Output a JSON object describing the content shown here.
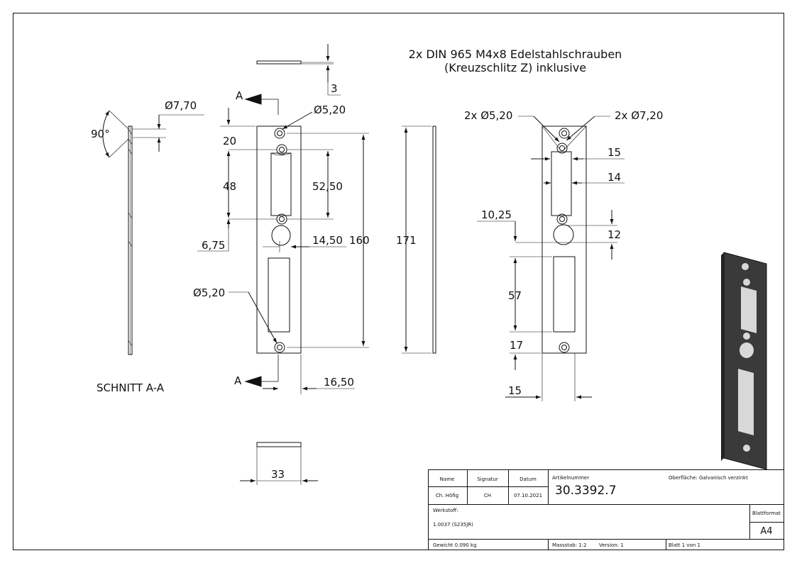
{
  "note": {
    "line1": "2x DIN 965 M4x8 Edelstahlschrauben",
    "line2": "(Kreuzschlitz Z) inklusive"
  },
  "section": {
    "label": "SCHNITT A-A",
    "cut_mark": "A",
    "angle": "90°",
    "hole_dia": "Ø7,70"
  },
  "front_view": {
    "thickness": "3",
    "top_hole": "Ø5,20",
    "dim_20": "20",
    "dim_48": "48",
    "dim_52_50": "52,50",
    "dim_6_75": "6,75",
    "dim_14_50": "14,50",
    "dim_160": "160",
    "bottom_hole": "Ø5,20",
    "dim_16_50": "16,50",
    "width": "33"
  },
  "side_view": {
    "length": "171"
  },
  "detail_view": {
    "hole_small": "2x Ø5,20",
    "hole_large": "2x Ø7,20",
    "dim_15_top": "15",
    "dim_14": "14",
    "dim_10_25": "10,25",
    "dim_12": "12",
    "dim_57": "57",
    "dim_17": "17",
    "dim_15_bottom": "15"
  },
  "title_block": {
    "name_header": "Name",
    "signature_header": "Signatur",
    "date_header": "Datum",
    "name": "Ch. Höfig",
    "signature": "CH",
    "date": "07.10.2021",
    "article_label": "Artikelnummer",
    "article_number": "30.3392.7",
    "surface": "Oberfläche:  Galvanisch verzinkt",
    "material_label": "Werkstoff:",
    "material": "1.0037 (S235JR)",
    "format_label": "Blattformat",
    "format": "A4",
    "weight": "Gewicht 0.090 kg",
    "scale": "Massstab: 1:2",
    "version": "Version: 1",
    "sheet": "Blatt 1 von 1"
  },
  "colors": {
    "line": "#111111",
    "plate_render": "#3a3a3a",
    "hole_render": "#d8d8d8"
  }
}
